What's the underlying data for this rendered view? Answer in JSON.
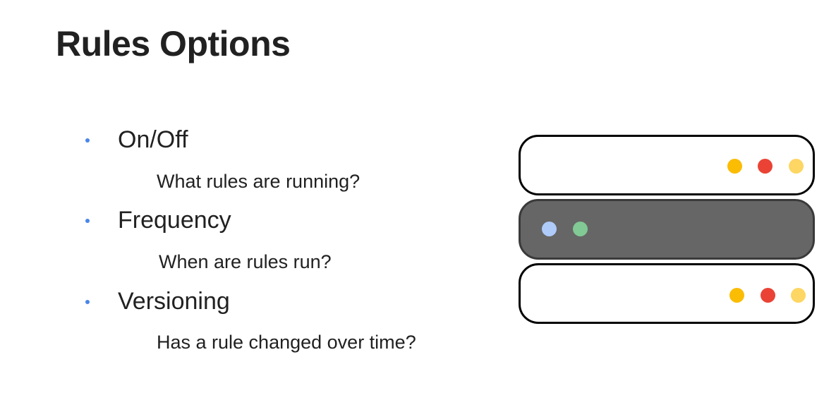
{
  "title": "Rules Options",
  "bullets": [
    {
      "label": "On/Off",
      "sub": "What rules are running?"
    },
    {
      "label": "Frequency",
      "sub": "When are rules run?"
    },
    {
      "label": "Versioning",
      "sub": "Has a rule changed over time?"
    }
  ],
  "colors": {
    "bullet": "#4a86e8",
    "text": "#212121",
    "server_outline": "#000000",
    "server_dark_fill": "#666666",
    "led_orange": "#fbbc04",
    "led_red": "#ea4335",
    "led_light_yellow": "#fdd663",
    "led_blue": "#aecbfa",
    "led_green": "#81c995"
  },
  "server_stack": {
    "icon": "server-rack-icon",
    "units": [
      {
        "style": "light",
        "lights": [
          "orange",
          "red",
          "light-yellow"
        ]
      },
      {
        "style": "dark",
        "lights": [
          "blue",
          "green"
        ]
      },
      {
        "style": "light",
        "lights": [
          "orange",
          "red",
          "light-yellow"
        ]
      }
    ]
  }
}
